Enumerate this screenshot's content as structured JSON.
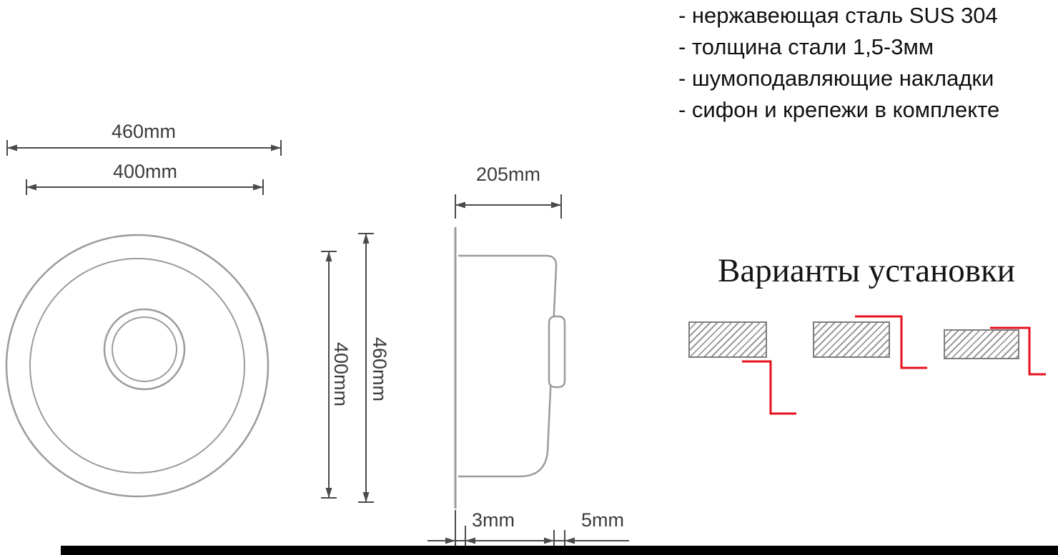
{
  "features": {
    "items": [
      "- нержавеющая сталь SUS 304",
      "- толщина стали 1,5-3мм",
      "- шумоподавляющие накладки",
      "- сифон и крепежи в комплекте"
    ]
  },
  "installation": {
    "title": "Варианты установки"
  },
  "dimensions": {
    "top_outer_diameter": "460mm",
    "top_inner_diameter": "400mm",
    "depth": "205mm",
    "side_inner_height": "400mm",
    "side_outer_height": "460mm",
    "rim_thickness": "3mm",
    "lip_offset": "5mm"
  },
  "colors": {
    "drawing_line": "#9b9b9b",
    "dimension_line": "#4a4a4a",
    "accent_red": "#e8101c",
    "text": "#101010",
    "bottom_bar": "#000000"
  }
}
